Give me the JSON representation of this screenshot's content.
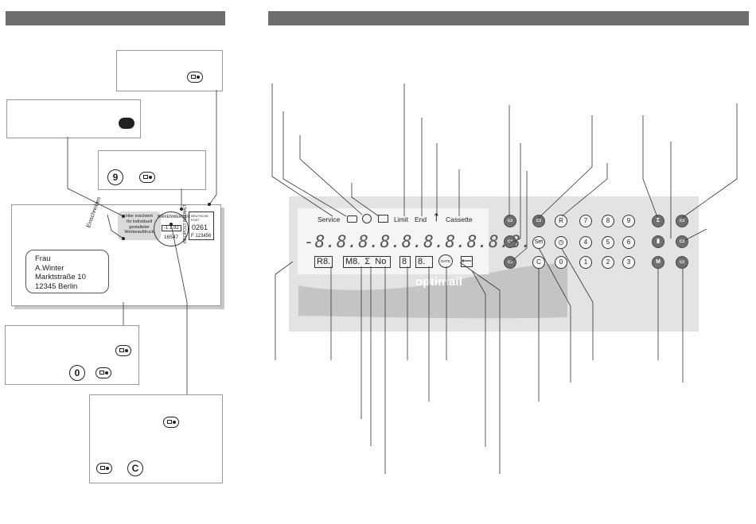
{
  "display": {
    "labels": {
      "service": "Service",
      "limit": "Limit",
      "end": "End",
      "cassette": "Cassette"
    },
    "main_digits": "-8.8.8.8.8.8.8.8.8.8.",
    "indicators": {
      "r": "R8.",
      "m": "M8.",
      "sigma": "Σ",
      "no": "No",
      "d1": "8",
      "d2": "8.",
      "date": "DATE"
    },
    "brand": "optimail"
  },
  "keypad": {
    "keys": [
      "R",
      "7",
      "8",
      "9",
      "Set",
      "4",
      "5",
      "6",
      "C",
      "0",
      "1",
      "2",
      "3"
    ]
  },
  "envelope": {
    "address_lines": [
      "Frau",
      "A.Winter",
      "Marktstraße 10",
      "12345 Berlin"
    ],
    "ad_lines": [
      "Hier erscheint",
      "Ihr individuell",
      "gestalteter",
      "Werbeaufdruck"
    ],
    "side_text": "Einschreiben",
    "postmark_date": "-1.1.92",
    "postmark_zip": "16547",
    "postmark_city": "BIRKENWERDER",
    "stamp_value": "0261",
    "stamp_id": "F 123456",
    "stamp_header": "DEUTSCHE POST",
    "vertical_text": "INFOPOST BEZAHLT"
  },
  "callouts": {
    "key_9": "9",
    "key_0": "0",
    "key_c": "C"
  },
  "colors": {
    "header_bar": "#6e6e6e",
    "panel": "#e3e3e3",
    "dark_key": "#6f6f6f"
  }
}
